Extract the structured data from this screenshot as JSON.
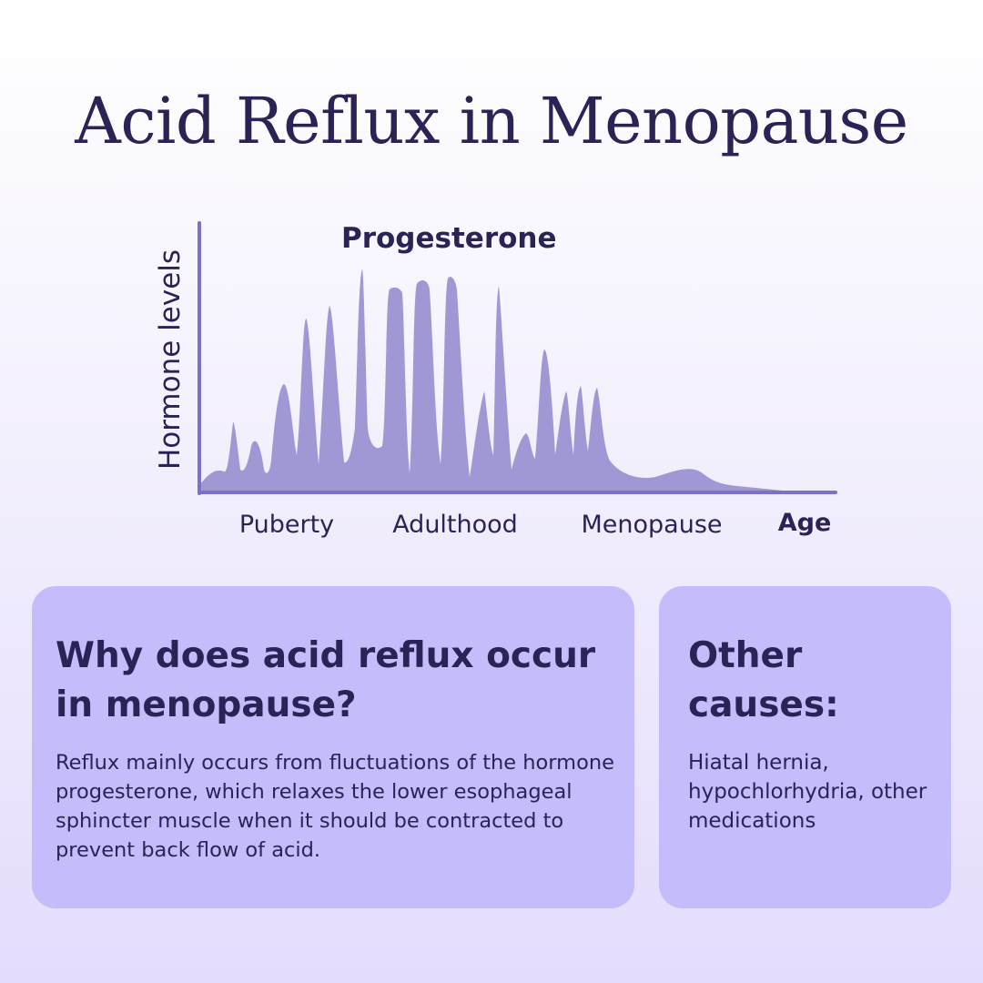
{
  "title": "Acid Reflux in Menopause",
  "chart_data": {
    "type": "area",
    "title": "Progesterone",
    "xlabel": "Age",
    "ylabel": "Hormone levels",
    "x_phase_labels": [
      "Puberty",
      "Adulthood",
      "Menopause"
    ],
    "series": [
      {
        "name": "Progesterone",
        "color": "#9a92d2"
      }
    ],
    "grid": false
  },
  "colors": {
    "background_top": "#ffffff",
    "background_bottom": "#e4dcfd",
    "text": "#2a2456",
    "axis": "#7b71c9",
    "area": "#9a92d2",
    "card": "#c5bcfb"
  },
  "cards": {
    "why": {
      "heading": "Why does acid reflux occur in menopause?",
      "body": "Reflux mainly occurs from fluctuations of the hormone progesterone, which relaxes the lower esophageal sphincter muscle when it should be contracted to prevent back flow of acid."
    },
    "other": {
      "heading": "Other causes:",
      "body": "Hiatal hernia, hypochlorhydria, other medications"
    }
  }
}
